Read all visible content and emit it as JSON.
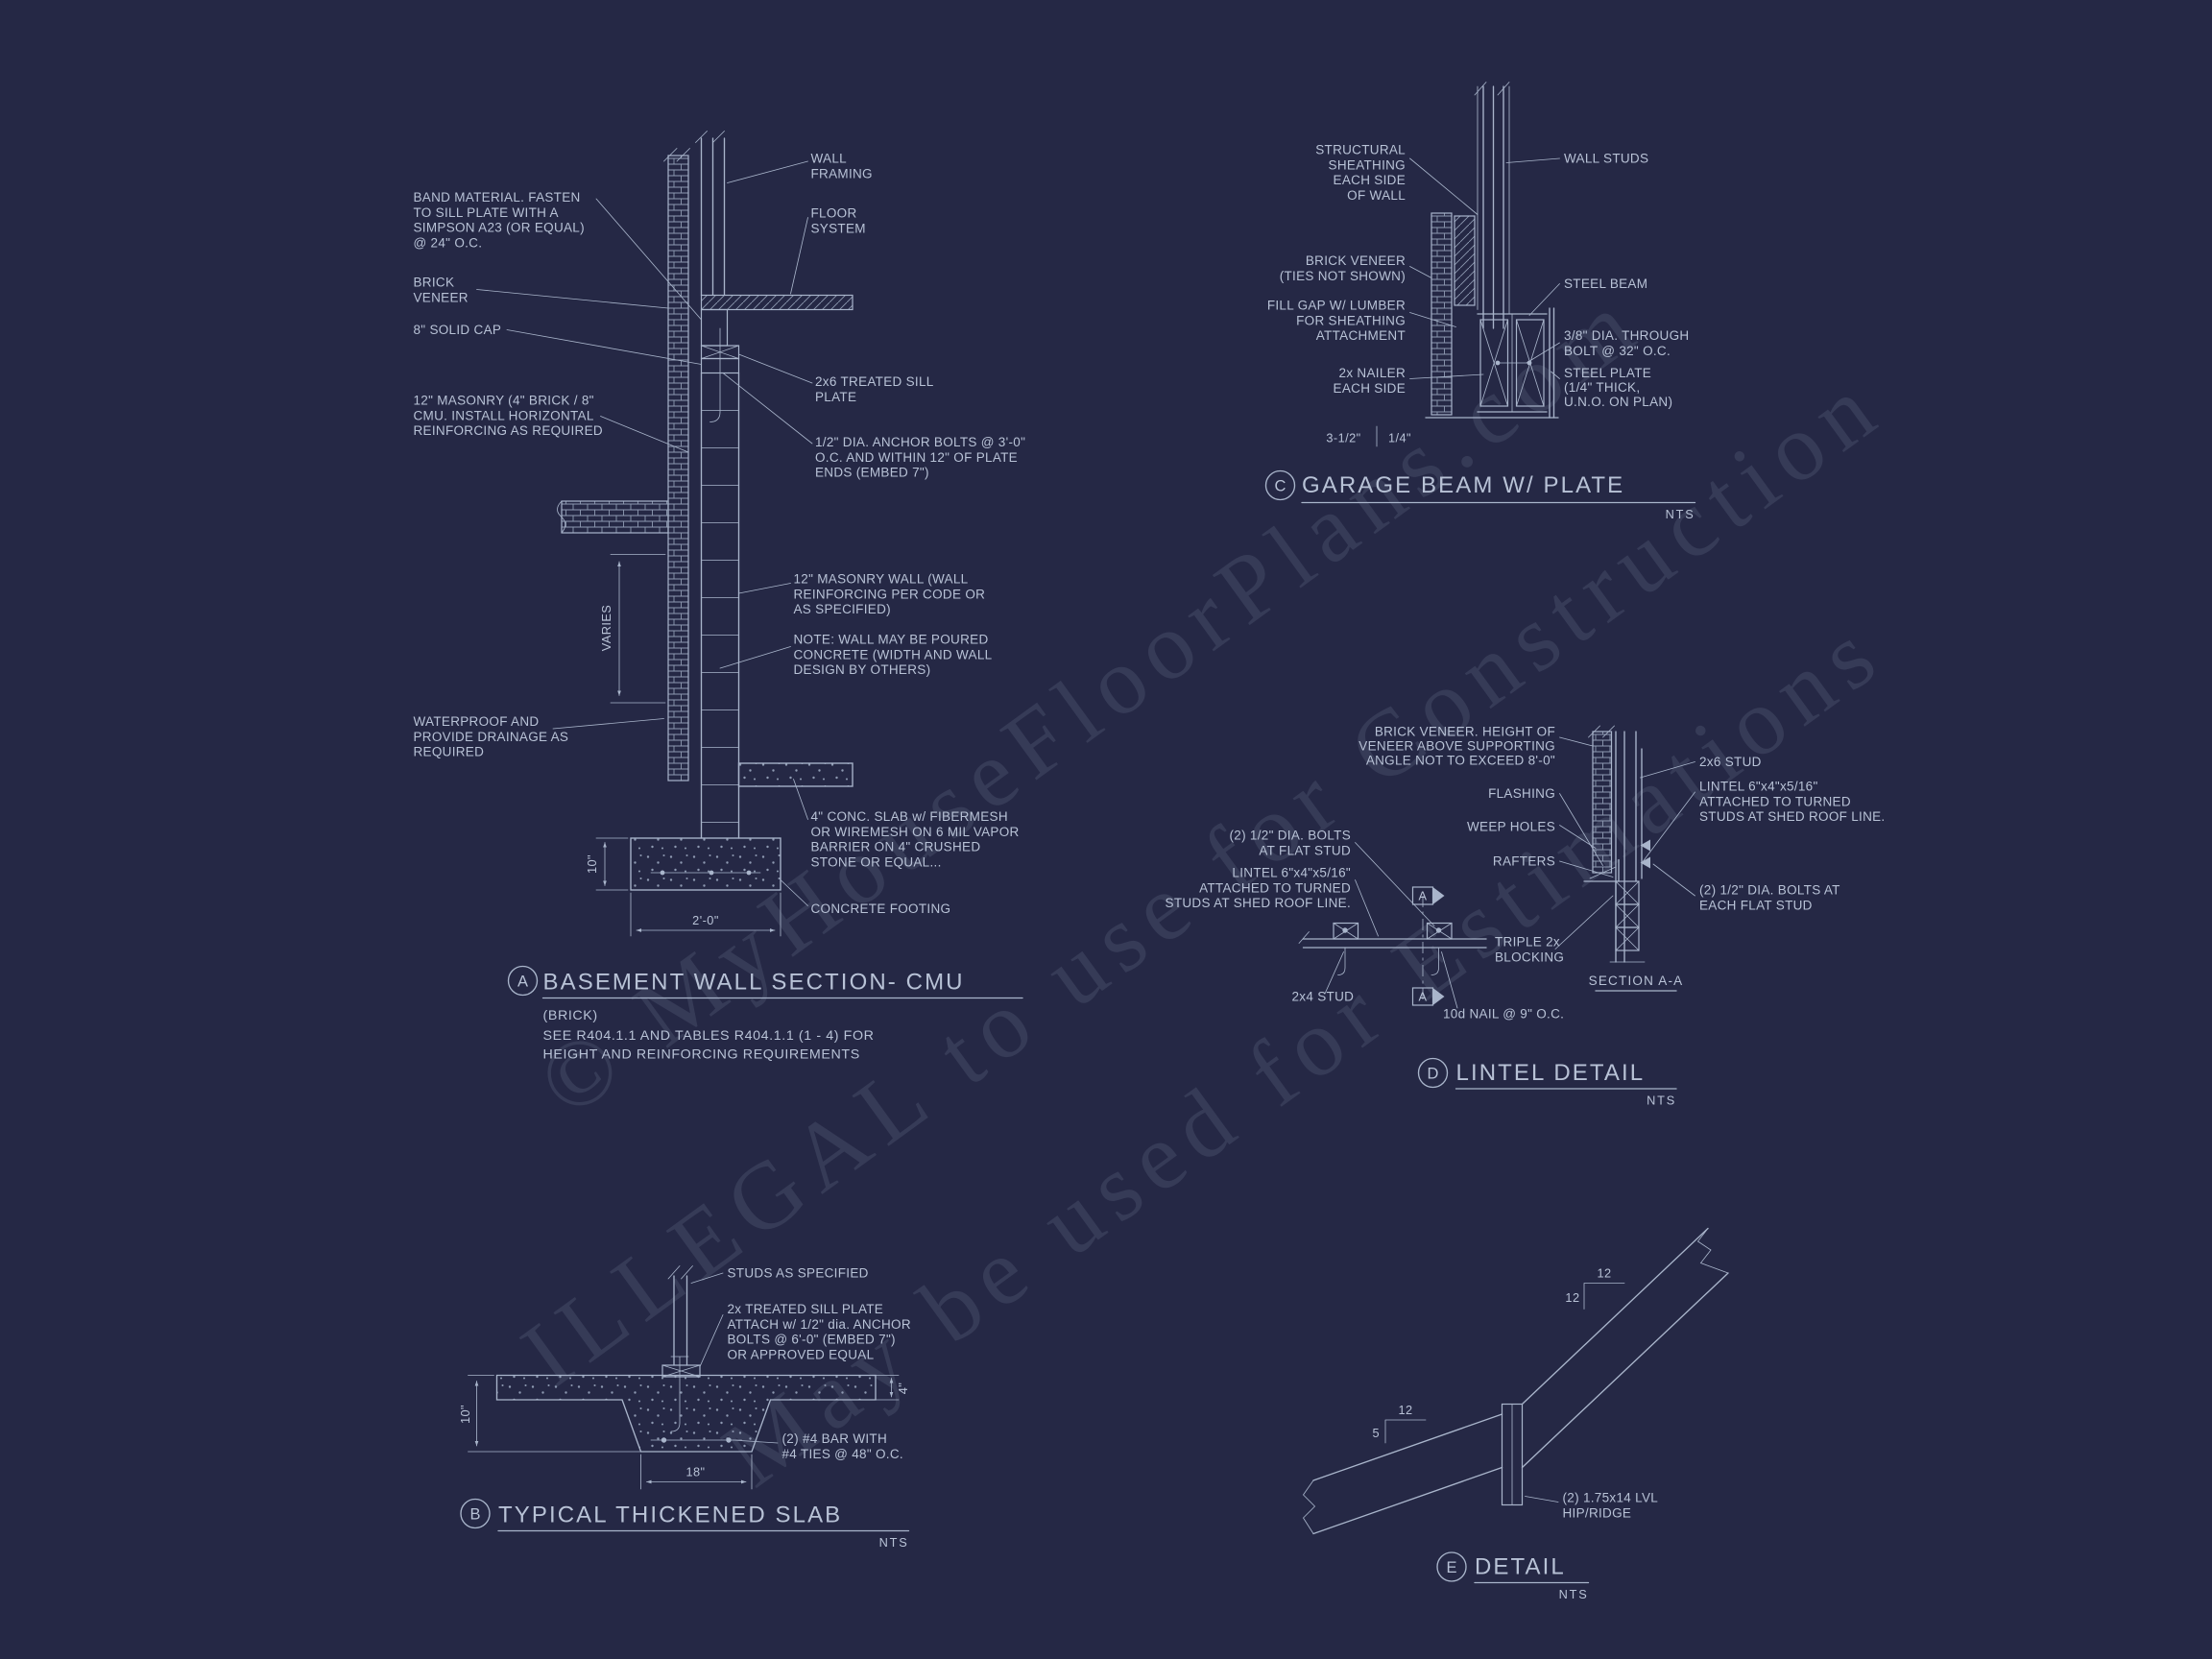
{
  "theme": {
    "bg": "#252845",
    "ink": "#a9b5cb",
    "text": "#b8c2d6",
    "wm": "#9aa5c0"
  },
  "watermark": {
    "line1": "© MyHouseFloorPlans.com",
    "line2": "ILLEGAL to use for Construction",
    "line3": "May be used for Estimations"
  },
  "detailA": {
    "bubble": "A",
    "title": "BASEMENT WALL SECTION- CMU",
    "sub1": "(BRICK)",
    "sub2": "SEE R404.1.1 AND TABLES R404.1.1 (1 - 4) FOR",
    "sub3": "HEIGHT AND REINFORCING REQUIREMENTS",
    "labels": {
      "band_material": [
        "BAND MATERIAL.  FASTEN",
        "TO SILL PLATE WITH A",
        "SIMPSON A23 (OR EQUAL)",
        "@ 24\" O.C."
      ],
      "brick_veneer": [
        "BRICK",
        "VENEER"
      ],
      "solid_cap": "8\" SOLID CAP",
      "masonry": [
        "12\" MASONRY (4\" BRICK / 8\"",
        "CMU. INSTALL HORIZONTAL",
        "REINFORCING AS REQUIRED"
      ],
      "waterproof": [
        "WATERPROOF AND",
        "PROVIDE DRAINAGE AS",
        "REQUIRED"
      ],
      "wall_framing": [
        "WALL",
        "FRAMING"
      ],
      "floor_system": [
        "FLOOR",
        "SYSTEM"
      ],
      "sill_plate": [
        "2x6 TREATED SILL",
        "PLATE"
      ],
      "anchor_bolts": [
        "1/2\" DIA. ANCHOR BOLTS @ 3'-0\"",
        "O.C. AND WITHIN 12\" OF PLATE",
        "ENDS (EMBED 7\")"
      ],
      "masonry_wall": [
        "12\" MASONRY WALL (WALL",
        "REINFORCING PER CODE OR",
        "AS SPECIFIED)"
      ],
      "note_poured": [
        "NOTE: WALL MAY BE POURED",
        "CONCRETE (WIDTH AND WALL",
        "DESIGN BY OTHERS)"
      ],
      "conc_slab": [
        "4\" CONC. SLAB w/ FIBERMESH",
        "OR WIREMESH ON 6 MIL VAPOR",
        "BARRIER ON 4\" CRUSHED",
        "STONE OR EQUAL..."
      ],
      "footing": "CONCRETE FOOTING"
    },
    "dims": {
      "varies": "VARIES",
      "ten": "10\"",
      "width": "2'-0\""
    }
  },
  "detailB": {
    "bubble": "B",
    "title": "TYPICAL THICKENED SLAB",
    "nts": "NTS",
    "labels": {
      "studs": "STUDS AS SPECIFIED",
      "sill": [
        "2x  TREATED SILL PLATE",
        "ATTACH w/ 1/2\" dia. ANCHOR",
        "BOLTS @ 6'-0\" (EMBED 7\")",
        "OR APPROVED EQUAL"
      ],
      "bars": [
        "(2) #4 BAR WITH",
        "#4 TIES @ 48\" O.C."
      ]
    },
    "dims": {
      "ten": "10\"",
      "four": "4\"",
      "eighteen": "18\""
    }
  },
  "detailC": {
    "bubble": "C",
    "title": "GARAGE BEAM W/ PLATE",
    "nts": "NTS",
    "labels": {
      "sheathing": [
        "STRUCTURAL",
        "SHEATHING",
        "EACH SIDE",
        "OF WALL"
      ],
      "brick_veneer": [
        "BRICK VENEER",
        "(TIES NOT SHOWN)"
      ],
      "fill_gap": [
        "FILL GAP W/ LUMBER",
        "FOR SHEATHING",
        "ATTACHMENT"
      ],
      "nailer": [
        "2x NAILER",
        "EACH SIDE"
      ],
      "wall_studs": "WALL STUDS",
      "steel_beam": "STEEL BEAM",
      "through_bolt": [
        "3/8\" DIA. THROUGH",
        "BOLT @ 32\" O.C."
      ],
      "steel_plate": [
        "STEEL PLATE",
        "(1/4\" THICK,",
        "U.N.O. ON PLAN)"
      ]
    },
    "dims": {
      "d1": "3-1/2\"",
      "d2": "1/4\""
    }
  },
  "detailD": {
    "bubble": "D",
    "title": "LINTEL DETAIL",
    "nts": "NTS",
    "section": "SECTION A-A",
    "marker": "A",
    "labels": {
      "brick_veneer": [
        "BRICK VENEER.  HEIGHT OF",
        "VENEER ABOVE SUPPORTING",
        "ANGLE NOT TO EXCEED 8'-0\""
      ],
      "flashing": "FLASHING",
      "weep": "WEEP HOLES",
      "rafters": "RAFTERS",
      "bolts_flat": [
        "(2) 1/2\" DIA. BOLTS",
        "AT FLAT STUD"
      ],
      "lintel_left": [
        "LINTEL 6\"x4\"x5/16\"",
        "ATTACHED TO TURNED",
        "STUDS AT SHED ROOF LINE."
      ],
      "stud24": "2x4 STUD",
      "nail": "10d NAIL @ 9\" O.C.",
      "blocking": [
        "TRIPLE 2x",
        "BLOCKING"
      ],
      "stud26": "2x6 STUD",
      "lintel_right": [
        "LINTEL 6\"x4\"x5/16\"",
        "ATTACHED TO TURNED",
        "STUDS AT SHED ROOF LINE."
      ],
      "bolts_each": [
        "(2) 1/2\" DIA. BOLTS AT",
        "EACH FLAT STUD"
      ]
    }
  },
  "detailE": {
    "bubble": "E",
    "title": "DETAIL",
    "nts": "NTS",
    "labels": {
      "lvl": [
        "(2) 1.75x14 LVL",
        "HIP/RIDGE"
      ]
    },
    "slopes": {
      "top_rise": "12",
      "top_run": "12",
      "left_rise": "5",
      "left_run": "12"
    }
  }
}
